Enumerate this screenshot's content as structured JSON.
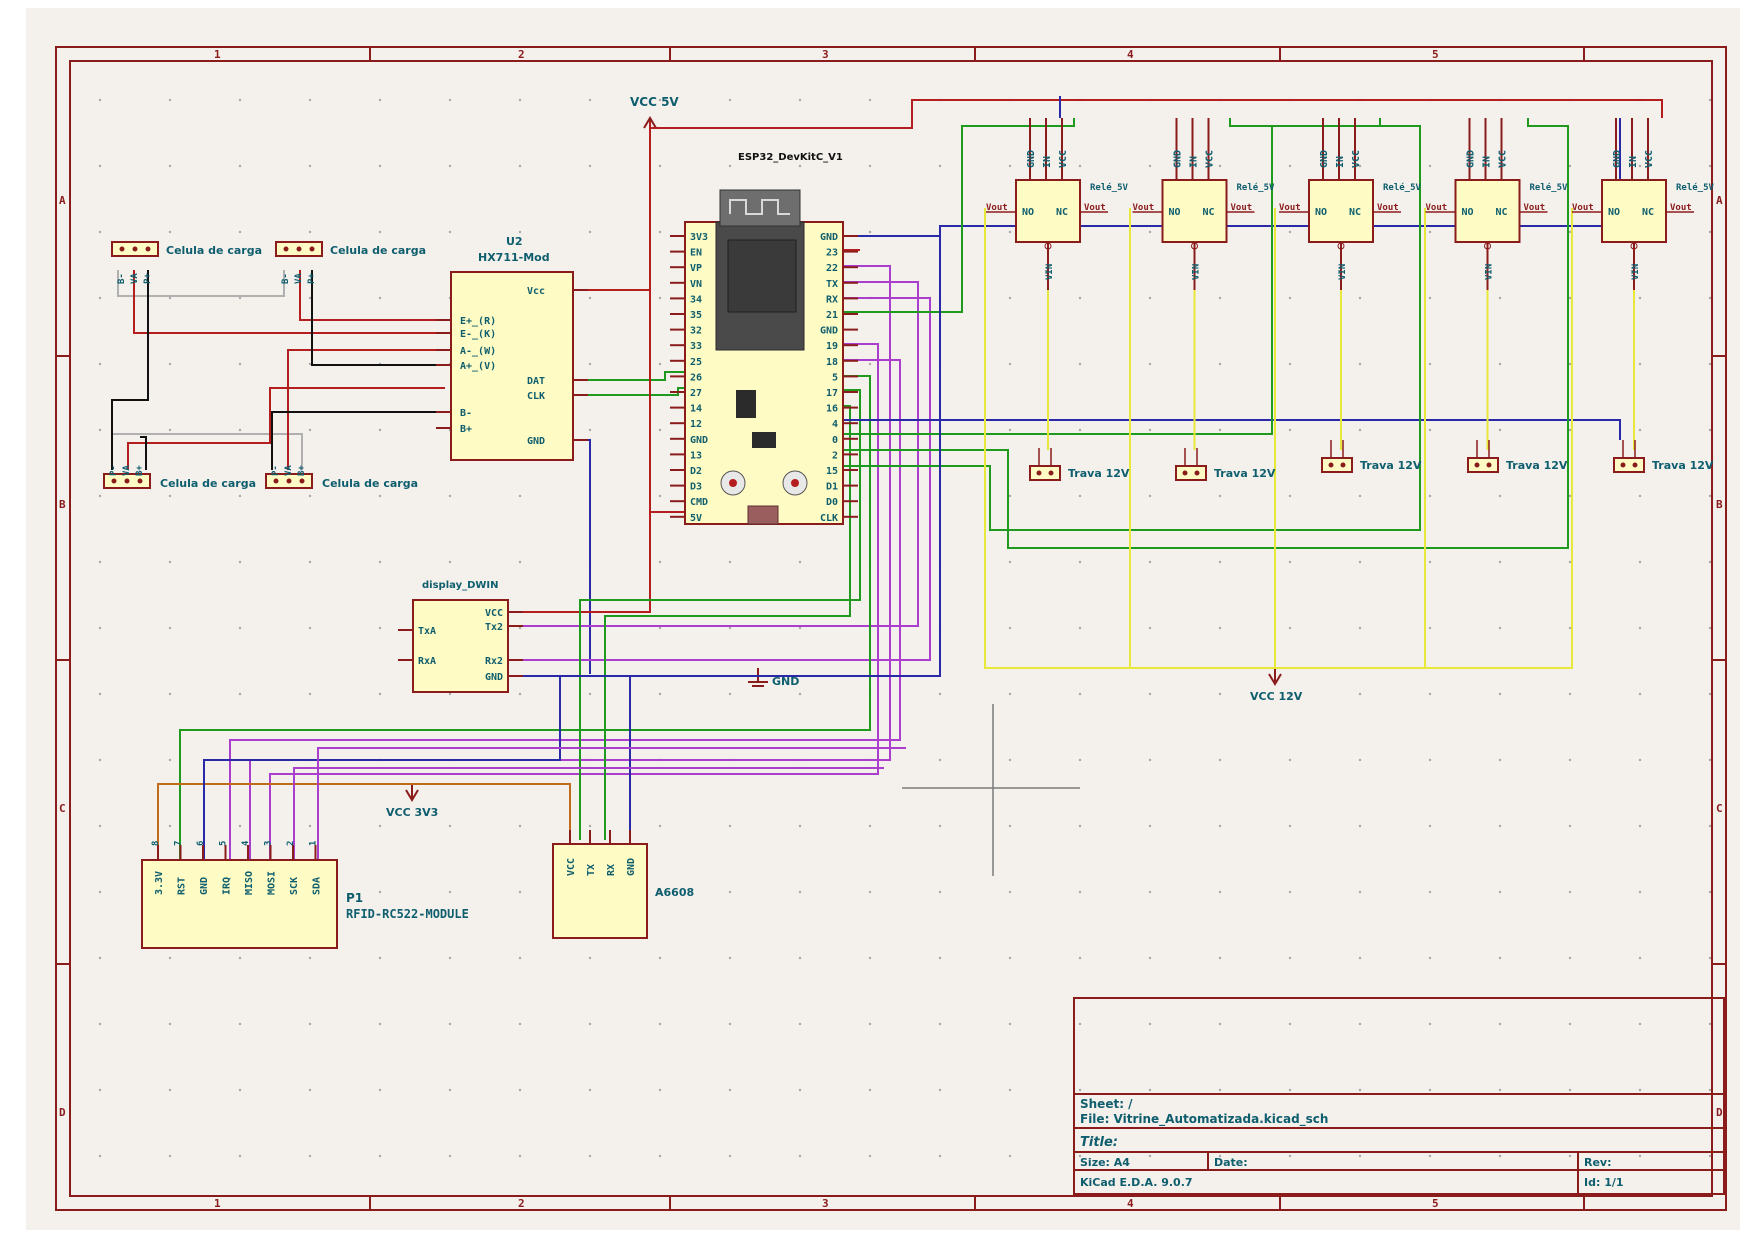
{
  "colors": {
    "paper": "#f4f0ec",
    "border": "#8b1c1c",
    "component_fill": "#fffbc4",
    "component_stroke": "#8b1c1c",
    "text": "#0e5e6e",
    "power": "#8b1c1c",
    "wire_green": "#1f9a1f",
    "wire_blue": "#2a2aa8",
    "wire_red": "#b51e1e",
    "wire_purple": "#a93fcc",
    "wire_yellow": "#e8e83a",
    "wire_black": "#111111"
  },
  "frame": {
    "columns": [
      "1",
      "2",
      "3",
      "4",
      "5"
    ],
    "rows": [
      "A",
      "B",
      "C",
      "D"
    ]
  },
  "power": {
    "vcc5": "VCC 5V",
    "vcc12": "VCC 12V",
    "vcc33": "VCC 3V3",
    "gnd": "GND"
  },
  "load_cells": [
    {
      "label": "Celula de carga",
      "pins": [
        "B-",
        "VA",
        "P+"
      ]
    },
    {
      "label": "Celula de carga",
      "pins": [
        "B-",
        "VA",
        "P+"
      ]
    },
    {
      "label": "Celula de carga",
      "pins": [
        "P-",
        "VA",
        "B+"
      ]
    },
    {
      "label": "Celula de carga",
      "pins": [
        "P-",
        "VA",
        "B+"
      ]
    }
  ],
  "hx711": {
    "ref": "U2",
    "value": "HX711-Mod",
    "left_pins": [
      "E+_(R)",
      "E-_(K)",
      "A-_(W)",
      "A+_(V)",
      "B-",
      "B+"
    ],
    "right_pins": [
      "Vcc",
      "DAT",
      "CLK",
      "GND"
    ]
  },
  "esp32": {
    "name": "ESP32_DevKitC_V1",
    "left_pins": [
      "3V3",
      "EN",
      "VP",
      "VN",
      "34",
      "35",
      "32",
      "33",
      "25",
      "26",
      "27",
      "14",
      "12",
      "GND",
      "13",
      "D2",
      "D3",
      "CMD",
      "5V"
    ],
    "right_pins": [
      "GND",
      "23",
      "22",
      "TX",
      "RX",
      "21",
      "GND",
      "19",
      "18",
      "5",
      "17",
      "16",
      "4",
      "0",
      "2",
      "15",
      "D1",
      "D0",
      "CLK"
    ]
  },
  "display": {
    "name": "display_DWIN",
    "left_pins": [
      "TxA",
      "RxA"
    ],
    "right_pins": [
      "VCC",
      "Tx2",
      "Rx2",
      "GND"
    ]
  },
  "rfid": {
    "ref": "P1",
    "value": "RFID-RC522-MODULE",
    "pins": [
      "3.3V",
      "RST",
      "GND",
      "IRQ",
      "MISO",
      "MOSI",
      "SCK",
      "SDA"
    ],
    "pin_numbers": [
      "8",
      "7",
      "6",
      "5",
      "4",
      "3",
      "2",
      "1"
    ]
  },
  "a6608": {
    "name": "A6608",
    "pins": [
      "VCC",
      "TX",
      "RX",
      "GND"
    ]
  },
  "relays": [
    {
      "label": "Relé_5V",
      "top_pins": [
        "GND",
        "IN",
        "VCC"
      ],
      "contacts": [
        "NO",
        "NC"
      ],
      "sides": [
        "Vout",
        "Vout"
      ],
      "bottom_pin": "VIN"
    },
    {
      "label": "Relé_5V",
      "top_pins": [
        "GND",
        "IN",
        "VCC"
      ],
      "contacts": [
        "NO",
        "NC"
      ],
      "sides": [
        "Vout",
        "Vout"
      ],
      "bottom_pin": "VIN"
    },
    {
      "label": "Relé_5V",
      "top_pins": [
        "GND",
        "IN",
        "VCC"
      ],
      "contacts": [
        "NO",
        "NC"
      ],
      "sides": [
        "Vout",
        "Vout"
      ],
      "bottom_pin": "VIN"
    },
    {
      "label": "Relé_5V",
      "top_pins": [
        "GND",
        "IN",
        "VCC"
      ],
      "contacts": [
        "NO",
        "NC"
      ],
      "sides": [
        "Vout",
        "Vout"
      ],
      "bottom_pin": "VIN"
    },
    {
      "label": "Relé_5V",
      "top_pins": [
        "GND",
        "IN",
        "VCC"
      ],
      "contacts": [
        "NO",
        "NC"
      ],
      "sides": [
        "Vout",
        "Vout"
      ],
      "bottom_pin": "VIN"
    }
  ],
  "locks": [
    {
      "label": "Trava 12V"
    },
    {
      "label": "Trava 12V"
    },
    {
      "label": "Trava 12V"
    },
    {
      "label": "Trava 12V"
    },
    {
      "label": "Trava 12V"
    }
  ],
  "title_block": {
    "sheet": "Sheet: /",
    "file": "File: Vitrine_Automatizada.kicad_sch",
    "title": "Title:",
    "size": "Size: A4",
    "date": "Date:",
    "rev": "Rev:",
    "tool": "KiCad E.D.A. 9.0.7",
    "id": "Id: 1/1"
  }
}
